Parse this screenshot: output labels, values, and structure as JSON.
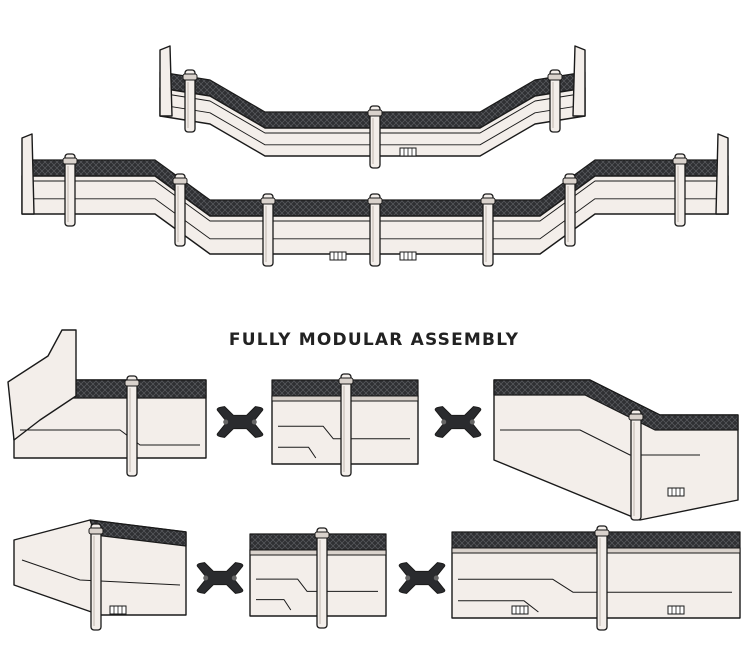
{
  "heading": "FULLY MODULAR ASSEMBLY",
  "colors": {
    "wall": "#f3eeea",
    "wall_shade": "#d9d2cc",
    "outline": "#1a1a1a",
    "grate": "#2f3033",
    "grate_line": "#5a5c60",
    "connector": "#2a2b2e"
  },
  "modules": [
    {
      "name": "corner-left"
    },
    {
      "name": "straight"
    },
    {
      "name": "angled-right"
    },
    {
      "name": "angled-left"
    },
    {
      "name": "straight-short"
    },
    {
      "name": "straight-long"
    }
  ],
  "connectors": 4
}
